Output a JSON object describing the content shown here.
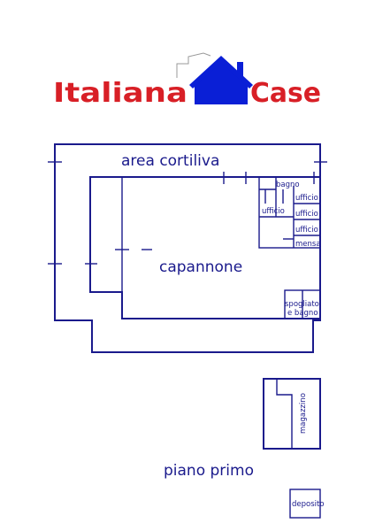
{
  "brand": {
    "left_word": "Italiana",
    "right_word": "Case",
    "text_color": "#d81f26",
    "house_color": "#0a1fd6"
  },
  "plan": {
    "line_color": "#1a1a8c",
    "labels": {
      "courtyard": "area cortiliva",
      "warehouse": "capannone",
      "bathroom": "bagno",
      "office_a": "ufficio",
      "office_b": "ufficio",
      "office_c": "ufficio",
      "office_d": "ufficio",
      "canteen": "mensa",
      "changing_line1": "spogliatoi",
      "changing_line2": "e bagno",
      "storage": "magazzino",
      "first_floor": "piano primo",
      "deposit": "deposito"
    }
  }
}
